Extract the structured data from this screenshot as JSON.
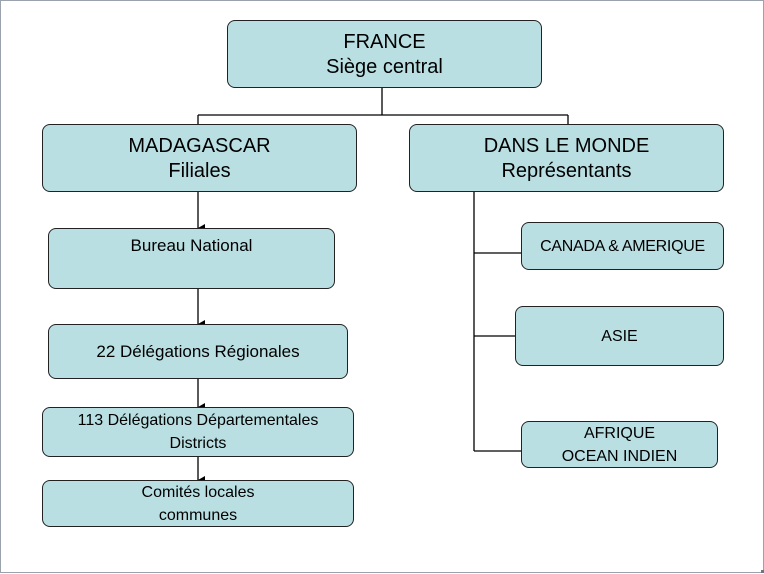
{
  "nodes": {
    "france": {
      "line1": "FRANCE",
      "line2": "Siège central"
    },
    "madagascar": {
      "line1": "MADAGASCAR",
      "line2": "Filiales"
    },
    "monde": {
      "line1": "DANS LE MONDE",
      "line2": "Représentants"
    },
    "bureau": {
      "line1": "Bureau National"
    },
    "regionales": {
      "line1": "22 Délégations Régionales"
    },
    "departementales": {
      "line1": "113 Délégations Départementales",
      "line2": "Districts"
    },
    "comites": {
      "line1": "Comités locales",
      "line2": "communes"
    },
    "canada": {
      "line1": "CANADA & AMERIQUE"
    },
    "asie": {
      "line1": "ASIE"
    },
    "afrique": {
      "line1": "AFRIQUE",
      "line2": "OCEAN INDIEN"
    }
  },
  "colors": {
    "box_fill": "#b9dfe2",
    "border": "#222222",
    "line": "#000000"
  }
}
